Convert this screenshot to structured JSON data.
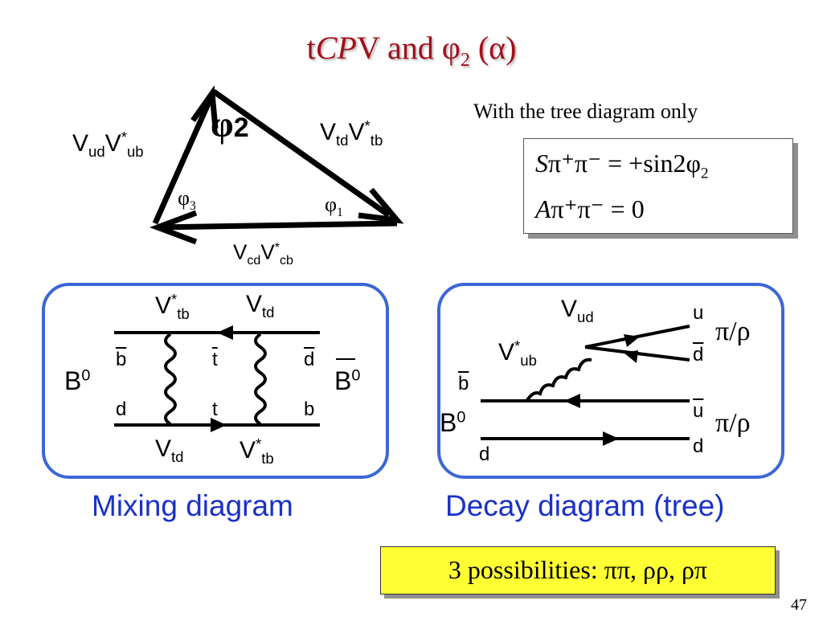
{
  "slide": {
    "title_prefix": "t",
    "title_cpv_italic": "CP",
    "title_v": "V and ",
    "title_phi": "φ",
    "title_phi_sub": "2",
    "title_alpha": " (α)",
    "page_number": "47"
  },
  "triangle": {
    "phi2_label": "φ",
    "phi2_sub": "2",
    "phi1_label": "φ",
    "phi1_sub": "1",
    "phi3_label": "φ",
    "phi3_sub": "3",
    "left_side": {
      "v": "V",
      "sub1": "ud",
      "v2": "V",
      "sup": "*",
      "sub2": "ub"
    },
    "right_side": {
      "v": "V",
      "sub1": "td",
      "v2": "V",
      "sup": "*",
      "sub2": "tb"
    },
    "bottom_side": {
      "v": "V",
      "sub1": "cd",
      "v2": "V",
      "sup": "*",
      "sub2": "cb"
    }
  },
  "note": {
    "text": "With the tree diagram only",
    "line1_s": "S",
    "line1_rest": "π⁺π⁻ = +sin2φ",
    "line1_sub": "2",
    "line2_a": "A",
    "line2_rest": "π⁺π⁻ = 0"
  },
  "mixing": {
    "caption": "Mixing diagram",
    "top_left": {
      "v": "V",
      "sup": "*",
      "sub": "tb"
    },
    "top_right": {
      "v": "V",
      "sub": "td"
    },
    "bottom_left": {
      "v": "V",
      "sub": "td"
    },
    "bottom_right": {
      "v": "V",
      "sup": "*",
      "sub": "tb"
    },
    "b0_left": "B",
    "b0_left_sup": "0",
    "b0_right": "B",
    "b0_right_sup": "0",
    "quark_bbar": "b",
    "quark_tbar": "t",
    "quark_dbar": "d",
    "quark_d": "d",
    "quark_t": "t",
    "quark_b": "b"
  },
  "decay": {
    "caption": "Decay diagram (tree)",
    "vud": {
      "v": "V",
      "sub": "ud"
    },
    "vub": {
      "v": "V",
      "sup": "*",
      "sub": "ub"
    },
    "b0": "B",
    "b0_sup": "0",
    "quark_bbar": "b",
    "quark_d": "d",
    "quark_u": "u",
    "quark_dbar": "d",
    "quark_ubar": "u",
    "quark_d2": "d",
    "pi_rho_top": "π/ρ",
    "pi_rho_bottom": "π/ρ"
  },
  "possibilities": {
    "text": "3 possibilities: ππ, ρρ, ρπ"
  }
}
